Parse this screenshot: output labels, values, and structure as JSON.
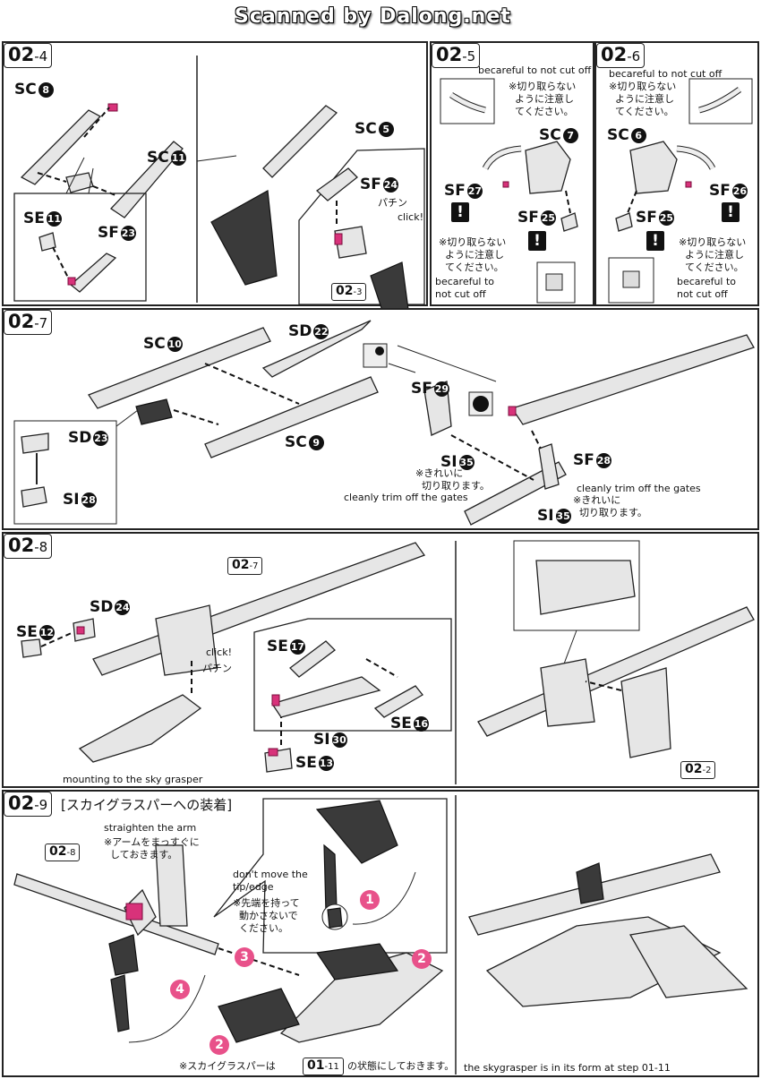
{
  "header": {
    "title": "Scanned by Dalong.net"
  },
  "steps": {
    "s02_4": {
      "main": "02",
      "sub": "4",
      "parts": {
        "sc8": "SC",
        "sc8_n": "8",
        "sc11": "SC",
        "sc11_n": "11",
        "se11": "SE",
        "se11_n": "11",
        "sf23": "SF",
        "sf23_n": "23",
        "sc5": "SC",
        "sc5_n": "5",
        "sf24": "SF",
        "sf24_n": "24"
      },
      "click_jp": "パチン",
      "click": "click!",
      "ref": {
        "main": "02",
        "sub": "3"
      }
    },
    "s02_5": {
      "main": "02",
      "sub": "5",
      "careful_top": "becareful to not cut off",
      "jp_top": "※切り取らない\n  ように注意し\n  てください。",
      "sc7": "SC",
      "sc7_n": "7",
      "sf27": "SF",
      "sf27_n": "27",
      "sf25": "SF",
      "sf25_n": "25",
      "warn": "!",
      "jp_bottom": "※切り取らない\n  ように注意し\n  てください。",
      "careful_bottom": "becareful to\nnot cut off"
    },
    "s02_6": {
      "main": "02",
      "sub": "6",
      "careful_top": "becareful to not cut off",
      "jp_top": "※切り取らない\n  ように注意し\n  てください。",
      "sc6": "SC",
      "sc6_n": "6",
      "sf26": "SF",
      "sf26_n": "26",
      "sf25": "SF",
      "sf25_n": "25",
      "warn": "!",
      "jp_bottom": "※切り取らない\n  ように注意し\n  てください。",
      "careful_bottom": "becareful to\nnot cut off"
    },
    "s02_7": {
      "main": "02",
      "sub": "7",
      "sc10": "SC",
      "sc10_n": "10",
      "sd22": "SD",
      "sd22_n": "22",
      "sc9": "SC",
      "sc9_n": "9",
      "sd23": "SD",
      "sd23_n": "23",
      "si28": "SI",
      "si28_n": "28",
      "sf29": "SF",
      "sf29_n": "29",
      "sf28": "SF",
      "sf28_n": "28",
      "si35": "SI",
      "si35_n": "35",
      "jp_trim": "※きれいに\n  切り取ります。",
      "trim_note": "cleanly trim off the gates"
    },
    "s02_8": {
      "main": "02",
      "sub": "8",
      "se12": "SE",
      "se12_n": "12",
      "sd24": "SD",
      "sd24_n": "24",
      "se17": "SE",
      "se17_n": "17",
      "si30": "SI",
      "si30_n": "30",
      "se16": "SE",
      "se16_n": "16",
      "se13": "SE",
      "se13_n": "13",
      "click": "click!",
      "click_jp": "パチン",
      "ref_a": {
        "main": "02",
        "sub": "7"
      },
      "ref_b": {
        "main": "02",
        "sub": "2"
      }
    },
    "s02_9": {
      "main": "02",
      "sub": "9",
      "title_jp": "[スカイグラスパーへの装着]",
      "mount_note": "mounting to the sky grasper",
      "straighten": "straighten the arm",
      "straighten_jp": "※アームをまっすぐに\n  しておきます。",
      "dont_move": "don't move the\ntip/edge",
      "dont_move_jp": "※先端を持って\n  動かさないで\n  ください。",
      "ref": {
        "main": "02",
        "sub": "8"
      },
      "footer_jp_a": "※スカイグラスパーは",
      "footer_ref": {
        "main": "01",
        "sub": "11"
      },
      "footer_jp_b": "の状態にしておきます。",
      "form_note": "the skygrasper is in its form at step 01-11",
      "arrows": [
        "1",
        "2",
        "3",
        "4",
        "2"
      ]
    }
  }
}
